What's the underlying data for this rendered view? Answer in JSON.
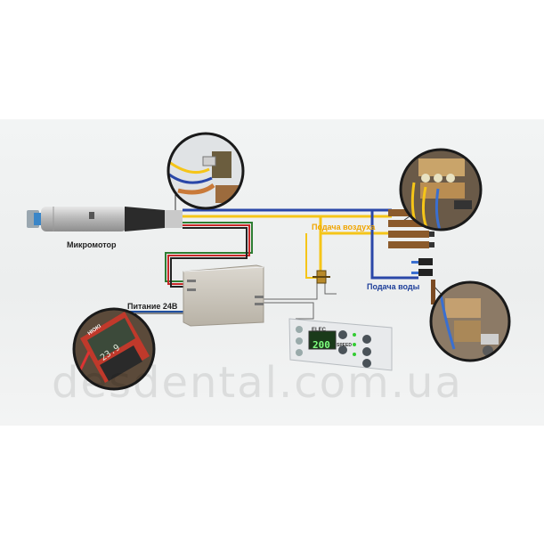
{
  "labels": {
    "micromotor": "Микромотор",
    "power": "Питание 24В",
    "air_supply": "Подача воздуха",
    "water_supply": "Подача воды"
  },
  "panel": {
    "brand": "ELEC",
    "display_value": "200",
    "speed_label": "SPEED"
  },
  "meter": {
    "display_value": "23.9",
    "brand": "HIOKI"
  },
  "watermark": "desdental.com.ua",
  "colors": {
    "air_line": "#f5c518",
    "water_line": "#2a47a8",
    "power_line": "#1f4fa0",
    "wire_red": "#c62828",
    "wire_green": "#2e7d32",
    "wire_black": "#222222",
    "manifold": "#8b5a2b"
  },
  "icons": {
    "micromotor": "micromotor-handpiece-icon",
    "control_box": "control-box-icon",
    "control_panel": "control-panel-icon",
    "valve": "valve-icon",
    "manifold": "manifold-icon",
    "multimeter": "multimeter-icon"
  }
}
